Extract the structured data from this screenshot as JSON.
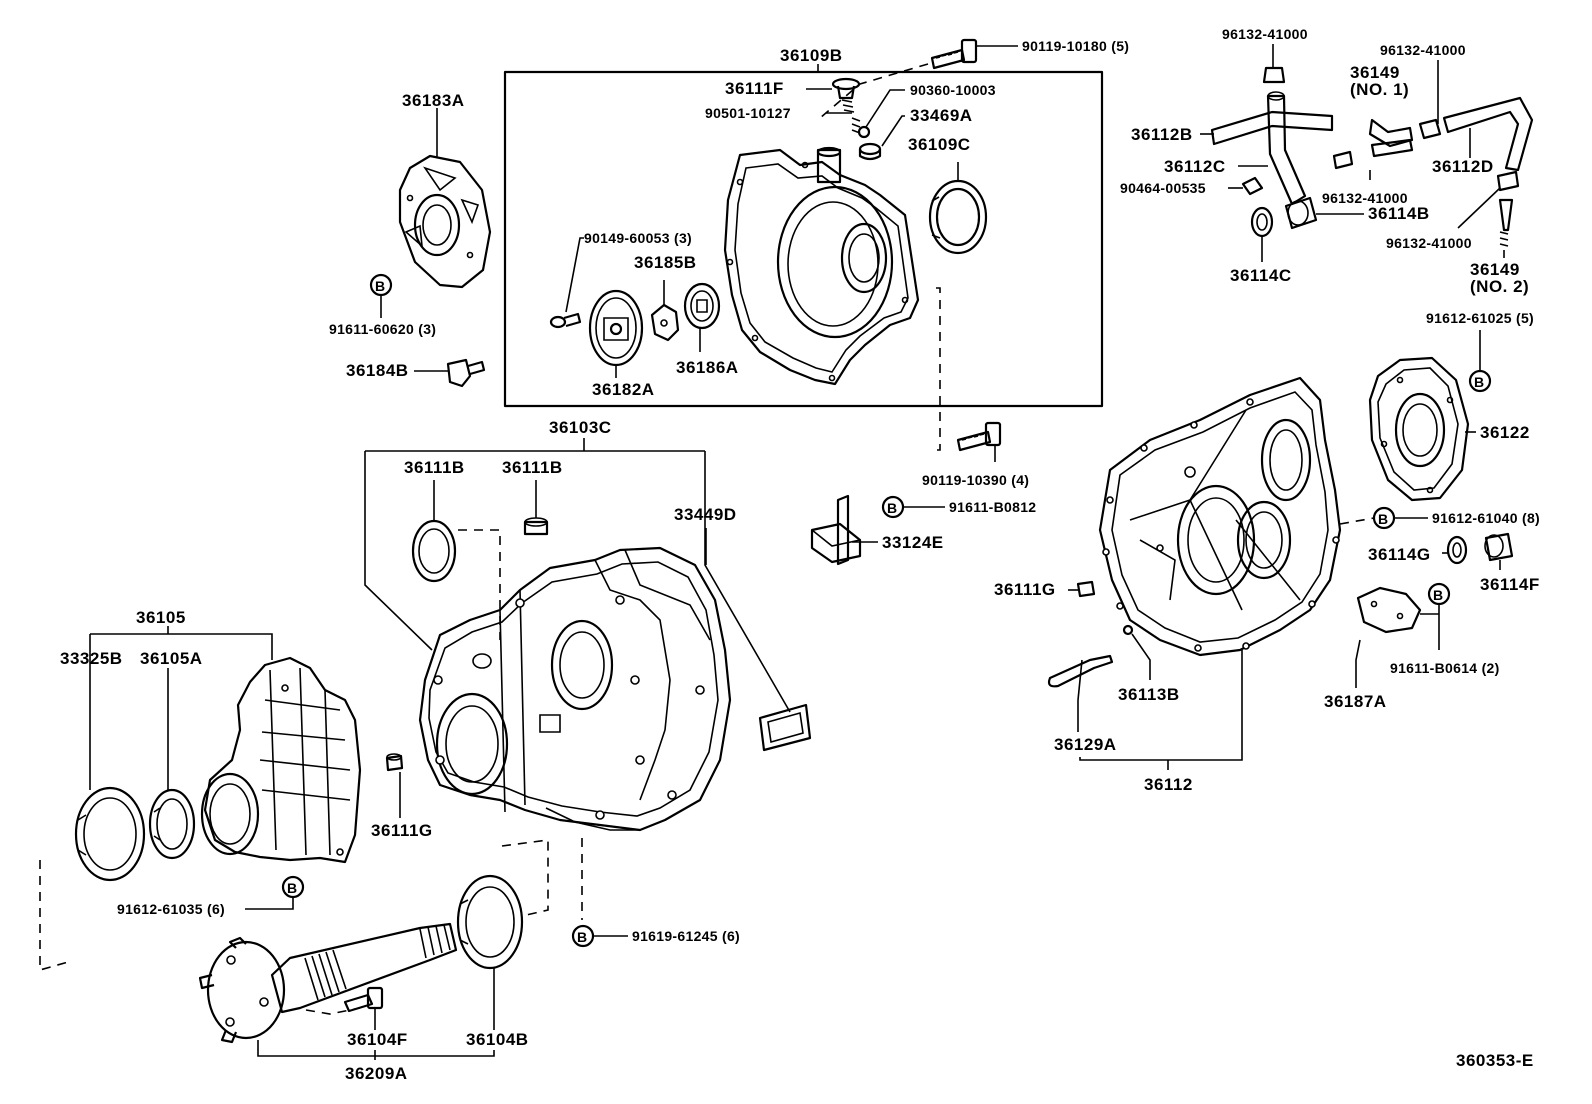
{
  "diagram_id": "360353-E",
  "callout_letter": "B",
  "labels": {
    "p36109B": "36109B",
    "p90119_10180": "90119-10180 (5)",
    "p36111F": "36111F",
    "p90360_10003": "90360-10003",
    "p90501_10127": "90501-10127",
    "p33469A": "33469A",
    "p36109C": "36109C",
    "p90149_60053": "90149-60053 (3)",
    "p36185B": "36185B",
    "p36182A": "36182A",
    "p36186A": "36186A",
    "p36183A": "36183A",
    "p91611_60620": "91611-60620 (3)",
    "p36184B": "36184B",
    "p36103C": "36103C",
    "p36111B_1": "36111B",
    "p36111B_2": "36111B",
    "p33449D": "33449D",
    "p90119_10390": "90119-10390 (4)",
    "p91611_B0812": "91611-B0812",
    "p33124E": "33124E",
    "p36105": "36105",
    "p33325B": "33325B",
    "p36105A": "36105A",
    "p36111G_left": "36111G",
    "p91612_61035": "91612-61035 (6)",
    "p91619_61245": "91619-61245 (6)",
    "p36104F": "36104F",
    "p36104B": "36104B",
    "p36209A": "36209A",
    "p96132_41000_a": "96132-41000",
    "p96132_41000_b": "96132-41000",
    "p96132_41000_c": "96132-41000",
    "p96132_41000_d": "96132-41000",
    "p36149_1": "36149",
    "p36149_1n": "(NO. 1)",
    "p36112B": "36112B",
    "p36112C": "36112C",
    "p36112D": "36112D",
    "p90464_00535": "90464-00535",
    "p36114B": "36114B",
    "p36114C": "36114C",
    "p36149_2": "36149",
    "p36149_2n": "(NO. 2)",
    "p91612_61025": "91612-61025 (5)",
    "p36122": "36122",
    "p91612_61040": "91612-61040 (8)",
    "p36114G": "36114G",
    "p36114F": "36114F",
    "p36111G_right": "36111G",
    "p36113B": "36113B",
    "p91611_B0614": "91611-B0614 (2)",
    "p36187A": "36187A",
    "p36129A": "36129A",
    "p36112": "36112"
  }
}
